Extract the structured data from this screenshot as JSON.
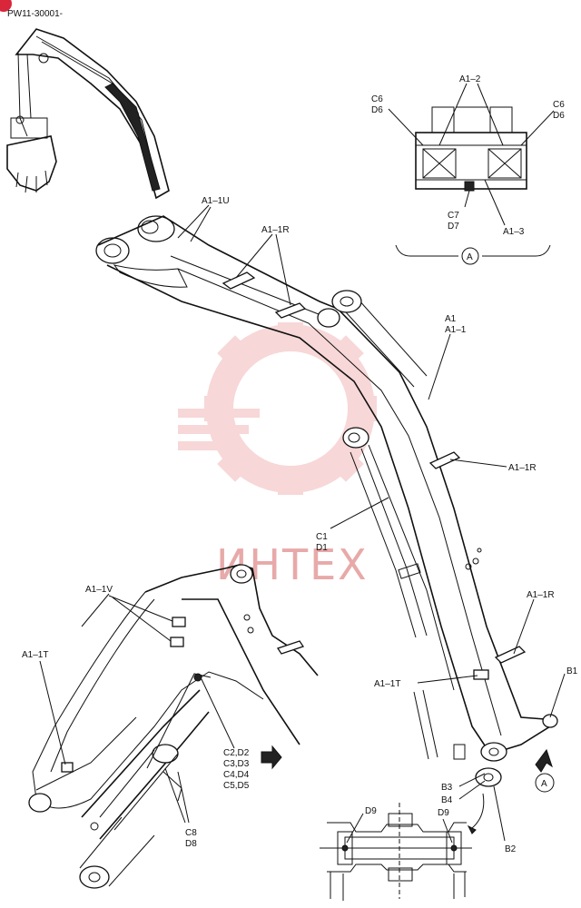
{
  "header": {
    "code": "PW11-30001-"
  },
  "watermark": {
    "text": "ИНТЕХ",
    "color": "#e8a9a9"
  },
  "marker_color": "#d9263a",
  "labels": {
    "a1_1u": "A1–1U",
    "a1_1r_top": "A1–1R",
    "a1_2": "A1–2",
    "c6d6_left": "C6",
    "c6d6_left_b": "D6",
    "c6d6_right": "C6",
    "c6d6_right_b": "D6",
    "c7": "C7",
    "d7": "D7",
    "a1_3": "A1–3",
    "circle_a_top": "A",
    "a1": "A1",
    "a1_1": "A1–1",
    "a1_1r_mid": "A1–1R",
    "c1": "C1",
    "d1": "D1",
    "a1_1v": "A1–1V",
    "a1_1t_left": "A1–1T",
    "a1_1r_low": "A1–1R",
    "a1_1t_mid": "A1–1T",
    "b1": "B1",
    "c2d2": "C2,D2",
    "c3d3": "C3,D3",
    "c4d4": "C4,D4",
    "c5d5": "C5,D5",
    "circle_a_bottom": "A",
    "b3": "B3",
    "b4": "B4",
    "c8": "C8",
    "d8": "D8",
    "d9_left": "D9",
    "d9_right": "D9",
    "b2": "B2"
  }
}
